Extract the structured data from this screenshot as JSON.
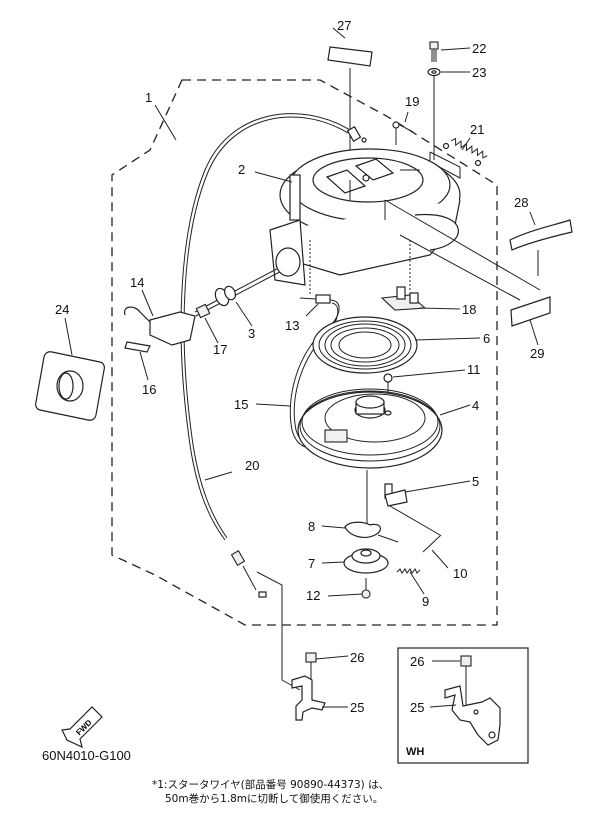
{
  "diagram": {
    "title_code": "60N4010-G100",
    "fwd_label": "FWD",
    "inset_label": "WH",
    "note_lines": [
      "*1:スタータワイヤ(部品番号 90890-44373) は、",
      "50m巻から1.8mに切断して御使用ください。"
    ],
    "callouts": {
      "p1": "1",
      "p2": "2",
      "p3": "3",
      "p4": "4",
      "p5": "5",
      "p6": "6",
      "p7": "7",
      "p8": "8",
      "p9": "9",
      "p10": "10",
      "p11": "11",
      "p12": "12",
      "p13": "13",
      "p14": "14",
      "p15": "15",
      "p16": "16",
      "p17": "17",
      "p18": "18",
      "p19": "19",
      "p20": "20",
      "p21": "21",
      "p22": "22",
      "p23": "23",
      "p24": "24",
      "p25": "25",
      "p26": "26",
      "p27": "27",
      "p28": "28",
      "p29": "29",
      "inset_p25": "25",
      "inset_p26": "26"
    }
  }
}
